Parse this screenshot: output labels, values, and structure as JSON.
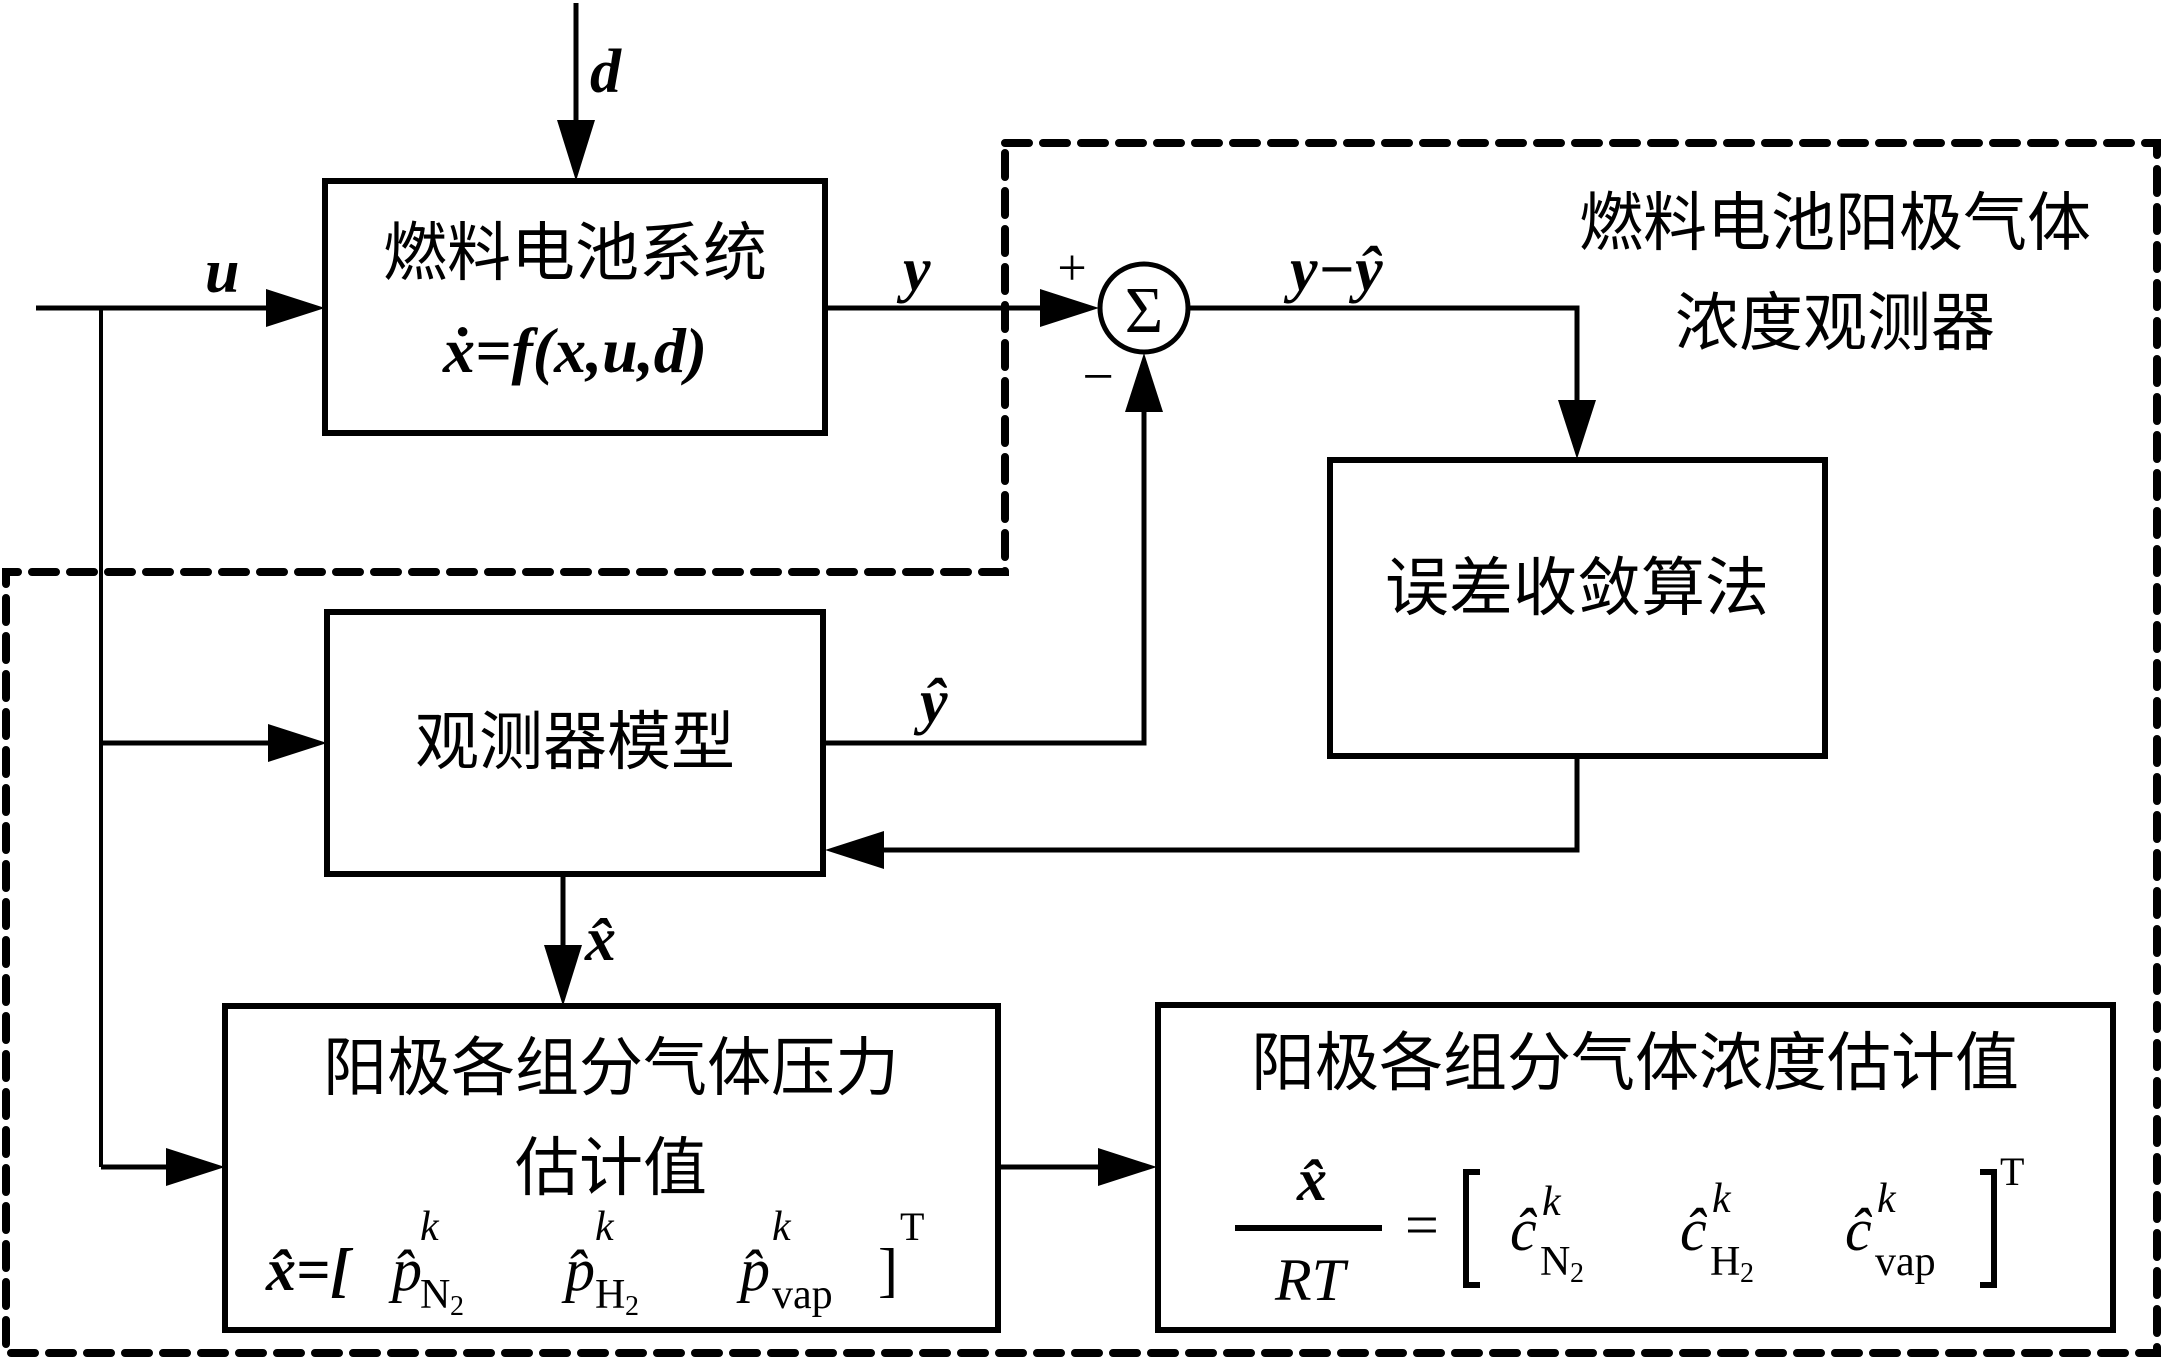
{
  "diagram": {
    "observer_region_label": [
      "燃料电池阳极气体",
      "浓度观测器"
    ],
    "blocks": {
      "fuel_cell_system": {
        "title": "燃料电池系统",
        "equation": "ẋ=f(x,u,d)"
      },
      "observer_model": {
        "title": "观测器模型"
      },
      "error_convergence": {
        "title": "误差收敛算法"
      },
      "pressure_estimate": {
        "title_line1": "阳极各组分气体压力",
        "title_line2": "估计值",
        "equation_lhs": "x̂=[",
        "terms": [
          {
            "symbol": "p̂",
            "sup": "k",
            "sub": "N",
            "sub2": "2"
          },
          {
            "symbol": "p̂",
            "sup": "k",
            "sub": "H",
            "sub2": "2"
          },
          {
            "symbol": "p̂",
            "sup": "k",
            "sub": "vap",
            "sub2": ""
          }
        ],
        "close": "]",
        "transpose": "T"
      },
      "concentration_estimate": {
        "title": "阳极各组分气体浓度估计值",
        "frac_num": "x̂",
        "frac_den": "RT",
        "equals": "=",
        "terms": [
          {
            "symbol": "ĉ",
            "sup": "k",
            "sub": "N",
            "sub2": "2"
          },
          {
            "symbol": "ĉ",
            "sup": "k",
            "sub": "H",
            "sub2": "2"
          },
          {
            "symbol": "ĉ",
            "sup": "k",
            "sub": "vap",
            "sub2": ""
          }
        ],
        "transpose": "T"
      }
    },
    "summing_junction": {
      "symbol": "Σ",
      "plus_sign": "+",
      "minus_sign": "−"
    },
    "signals": {
      "disturbance": "d",
      "input": "u",
      "output": "y",
      "error": "y−ŷ",
      "estimated_output": "ŷ",
      "estimated_state": "x̂"
    }
  }
}
